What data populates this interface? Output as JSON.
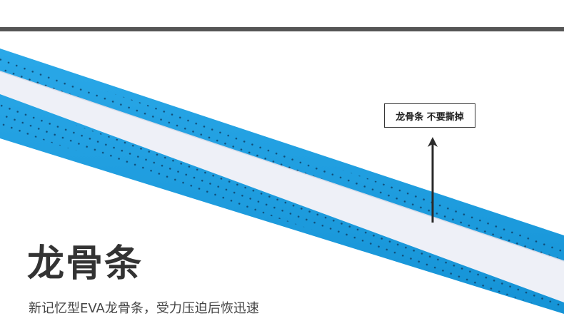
{
  "callout": {
    "label": "龙骨条 不要撕掉"
  },
  "headline": {
    "title": "龙骨条",
    "subtitle": "新记忆型EVA龙骨条，受力压迫后恢迅速"
  },
  "colors": {
    "tape_blue": "#1f9fe0",
    "spine_white": "#eef0f7",
    "divider": "#555555",
    "text": "#333333"
  }
}
